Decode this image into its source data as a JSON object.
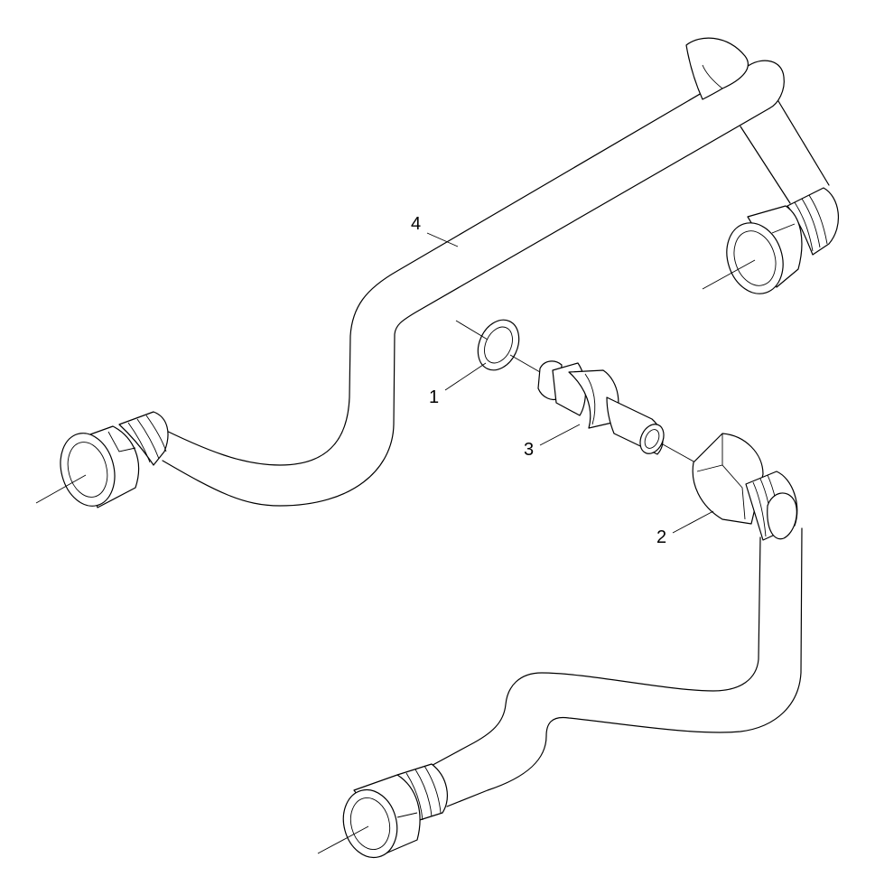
{
  "diagram": {
    "callouts": [
      {
        "id": "1",
        "label": "1"
      },
      {
        "id": "2",
        "label": "2"
      },
      {
        "id": "3",
        "label": "3"
      },
      {
        "id": "4",
        "label": "4"
      }
    ],
    "parts": [
      "tube-upper",
      "tube-lower",
      "sealing-ring",
      "union-fitting",
      "elbow-nut"
    ]
  }
}
